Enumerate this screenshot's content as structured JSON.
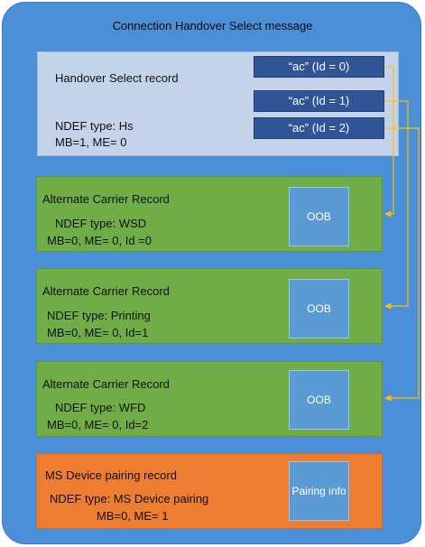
{
  "message_title": "Connection Handover Select message",
  "handover_select": {
    "title": "Handover Select record",
    "ndef_type": "NDEF type: Hs",
    "flags": "MB=1, ME= 0",
    "refs": [
      "“ac” (Id = 0)",
      "“ac” (Id = 1)",
      "“ac” (Id = 2)"
    ]
  },
  "alt_carriers": [
    {
      "title": "Alternate Carrier Record",
      "ndef_type": "NDEF type: WSD",
      "flags": "MB=0, ME= 0, Id =0",
      "oob": "OOB"
    },
    {
      "title": "Alternate Carrier Record",
      "ndef_type": "NDEF type: Printing",
      "flags": "MB=0, ME= 0, Id=1",
      "oob": "OOB"
    },
    {
      "title": "Alternate Carrier Record",
      "ndef_type": "NDEF type: WFD",
      "flags": "MB=0, ME= 0, Id=2",
      "oob": "OOB"
    }
  ],
  "ms_pairing": {
    "title": "MS Device pairing record",
    "ndef_type": "NDEF type: MS Device pairing",
    "flags": "MB=0, ME= 1",
    "info_label": "Pairing info"
  },
  "colors": {
    "outer": "#4a8fd8",
    "handover_select": "#c5d3ea",
    "alt_carrier": "#70ad47",
    "ms_pairing": "#ed7d31",
    "ref_tag": "#2f5597",
    "oob_box": "#5b9bd5",
    "connector": "#ffc000"
  }
}
